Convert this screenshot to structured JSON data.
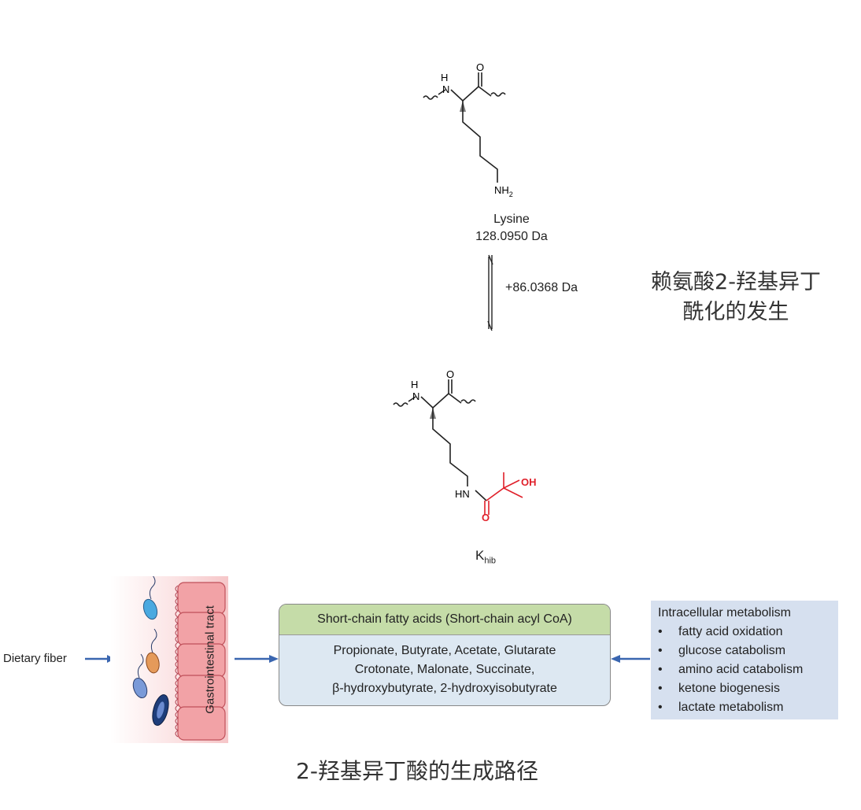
{
  "lysine": {
    "name": "Lysine",
    "mass": "128.0950 Da",
    "atoms": {
      "h": "H",
      "n": "N",
      "o": "O",
      "nh": "NH",
      "sub2": "2"
    }
  },
  "reaction": {
    "mass_shift": "+86.0368 Da"
  },
  "khib": {
    "atoms": {
      "h": "H",
      "n": "N",
      "o_top": "O",
      "hn": "HN",
      "o_red": "O",
      "oh": "OH"
    },
    "label_main": "K",
    "label_sub": "hib"
  },
  "title_top": {
    "line1": "赖氨酸2-羟基异丁",
    "line2": "酰化的发生"
  },
  "pathway": {
    "dietary_fiber": "Dietary fiber",
    "gut_label": "Gastrointestinal tract",
    "scfa_header": "Short-chain fatty acids (Short-chain acyl CoA)",
    "scfa_lines": [
      "Propionate,  Butyrate,  Acetate,  Glutarate",
      "Crotonate,  Malonate,   Succinate,",
      "β-hydroxybutyrate, 2-hydroxyisobutyrate"
    ],
    "intracellular_title": "Intracellular metabolism",
    "intracellular_items": [
      "fatty acid oxidation",
      "glucose catabolism",
      "amino acid catabolism",
      "ketone biogenesis",
      "lactate metabolism"
    ],
    "bullet": "•"
  },
  "title_bottom": "2-羟基异丁酸的生成路径",
  "colors": {
    "arrow": "#3a66b0",
    "red": "#e0202a",
    "green_header": "#c5dca8",
    "blue_box": "#d6e0ef",
    "gut_pink": "#f0a0a4"
  }
}
